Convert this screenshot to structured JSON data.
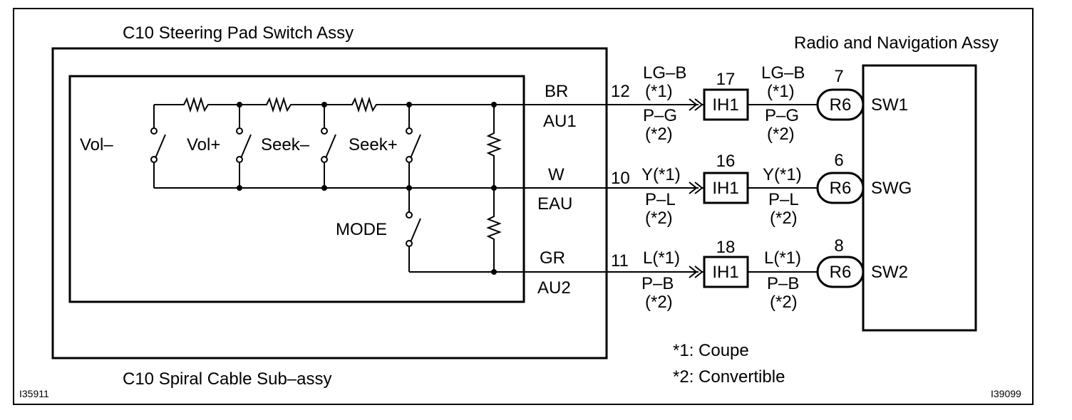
{
  "title_switch": "C10 Steering Pad Switch Assy",
  "title_spiral": "C10 Spiral Cable Sub–assy",
  "title_radio": "Radio and Navigation Assy",
  "code_left": "I35911",
  "code_right": "I39099",
  "switches": [
    "Vol–",
    "Vol+",
    "Seek–",
    "Seek+",
    "MODE"
  ],
  "wires": [
    {
      "inner_color": "BR",
      "inner_term": "AU1",
      "pin": "12",
      "color1": "LG–B",
      "note1": "(*1)",
      "color2": "P–G",
      "note2": "(*2)",
      "connector": "IH1",
      "conn_pin": "17",
      "out_color1": "LG–B",
      "out_note1": "(*1)",
      "out_color2": "P–G",
      "out_note2": "(*2)",
      "radio_conn": "R6",
      "radio_pin": "7",
      "radio_term": "SW1"
    },
    {
      "inner_color": "W",
      "inner_term": "EAU",
      "pin": "10",
      "color1": "Y(*1)",
      "note1": "",
      "color2": "P–L",
      "note2": "(*2)",
      "connector": "IH1",
      "conn_pin": "16",
      "out_color1": "Y(*1)",
      "out_note1": "",
      "out_color2": "P–L",
      "out_note2": "(*2)",
      "radio_conn": "R6",
      "radio_pin": "6",
      "radio_term": "SWG"
    },
    {
      "inner_color": "GR",
      "inner_term": "AU2",
      "pin": "11",
      "color1": "L(*1)",
      "note1": "",
      "color2": "P–B",
      "note2": "(*2)",
      "connector": "IH1",
      "conn_pin": "18",
      "out_color1": "L(*1)",
      "out_note1": "",
      "out_color2": "P–B",
      "out_note2": "(*2)",
      "radio_conn": "R6",
      "radio_pin": "8",
      "radio_term": "SW2"
    }
  ],
  "notes": [
    "*1: Coupe",
    "*2: Convertible"
  ]
}
